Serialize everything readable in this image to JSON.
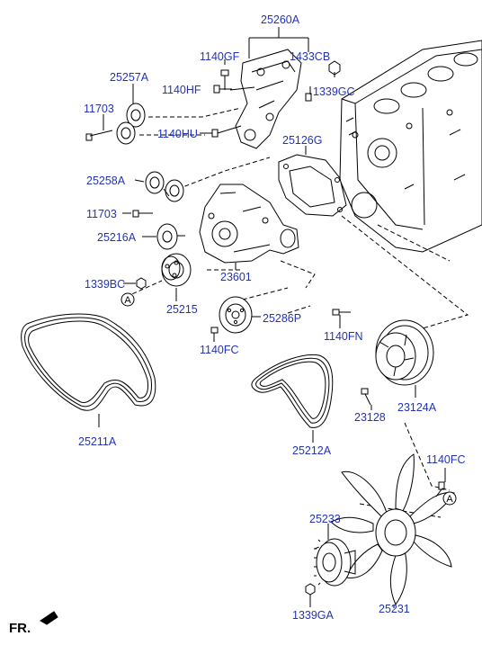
{
  "diagram": {
    "labels": {
      "p25260A": "25260A",
      "p1140GF": "1140GF",
      "p1433CB": "1433CB",
      "p25257A": "25257A",
      "p1140HF": "1140HF",
      "p1339GC": "1339GC",
      "p11703_top": "11703",
      "p1140HU": "1140HU",
      "p25126G": "25126G",
      "p25258A": "25258A",
      "p11703_mid": "11703",
      "p25216A": "25216A",
      "p23601": "23601",
      "p1339BC": "1339BC",
      "p25215": "25215",
      "p25286P": "25286P",
      "p1140FC_left": "1140FC",
      "p1140FN": "1140FN",
      "p25211A": "25211A",
      "p23128": "23128",
      "p23124A": "23124A",
      "p25212A": "25212A",
      "p1140FC_right": "1140FC",
      "p25233": "25233",
      "p25231": "25231",
      "p1339GA": "1339GA"
    },
    "ref_marker": "A",
    "orientation_label": "FR.",
    "colors": {
      "label": "#2233b8",
      "line": "#000000"
    }
  }
}
